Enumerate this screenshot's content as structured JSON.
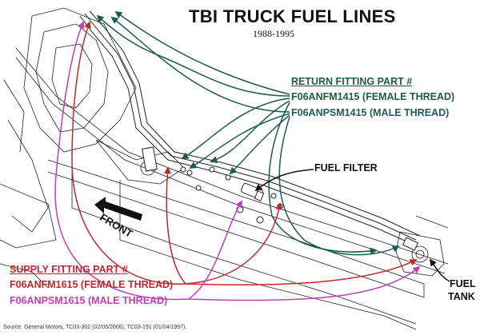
{
  "title": "TBI TRUCK FUEL LINES",
  "years": "1988-1995",
  "return_fitting": {
    "heading": "RETURN FITTING PART #",
    "female": "F06ANFM1415 (FEMALE THREAD)",
    "male": "F06ANPSM1415 (MALE THREAD)"
  },
  "supply_fitting": {
    "heading": "SUPPLY FITTING PART #",
    "female": "F06ANFM1615 (FEMALE THREAD)",
    "male": "F06ANPSM1615 (MALE THREAD)"
  },
  "fuel_filter_label": "FUEL FILTER",
  "front_label": "FRONT",
  "fuel_tank_label": {
    "line1": "FUEL",
    "line2": "TANK"
  },
  "source_note": "Source: General Motors, TC03-302 (02/05/2006), TC03-191 (01/04/1997).",
  "colors": {
    "return": "#1f5c3c",
    "return_male": "#1d5b5b",
    "supply_female": "#c0282c",
    "supply_male": "#c13db6",
    "black": "#111111"
  }
}
